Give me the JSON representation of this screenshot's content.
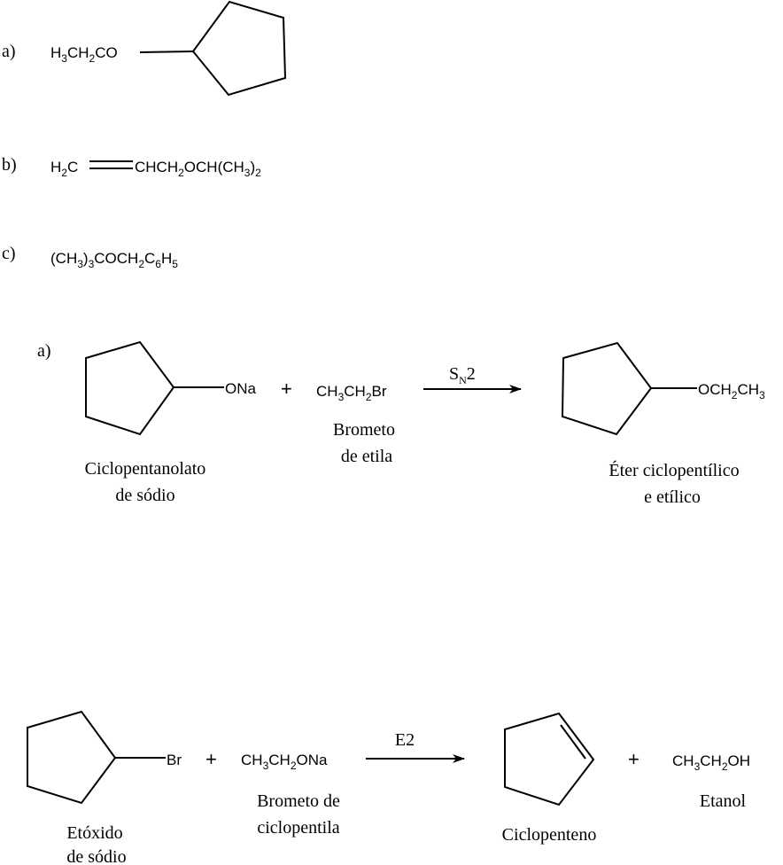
{
  "part1": {
    "a": {
      "label": "a)",
      "formula": [
        [
          "H",
          ""
        ],
        [
          "3",
          "sub"
        ],
        [
          "CH",
          ""
        ],
        [
          "2",
          "sub"
        ],
        [
          "CO",
          ""
        ]
      ]
    },
    "b": {
      "label": "b)",
      "left": [
        [
          "H",
          ""
        ],
        [
          "2",
          "sub"
        ],
        [
          "C",
          ""
        ]
      ],
      "right": [
        [
          "CHCH",
          ""
        ],
        [
          "2",
          "sub"
        ],
        [
          "OCH(CH",
          ""
        ],
        [
          "3",
          "sub"
        ],
        [
          ")",
          ""
        ],
        [
          "2",
          "sub"
        ]
      ]
    },
    "c": {
      "label": "c)",
      "formula": [
        [
          "(CH",
          ""
        ],
        [
          "3",
          "sub"
        ],
        [
          ")",
          ""
        ],
        [
          "3",
          "sub"
        ],
        [
          "COCH",
          ""
        ],
        [
          "2",
          "sub"
        ],
        [
          "C",
          ""
        ],
        [
          "6",
          "sub"
        ],
        [
          "H",
          ""
        ],
        [
          "5",
          "sub"
        ]
      ]
    }
  },
  "reaction1": {
    "label": "a)",
    "reactant1": {
      "formula": [
        [
          "ONa",
          ""
        ]
      ],
      "name1": "Ciclopentanolato",
      "name2": "de sódio"
    },
    "plus": "+",
    "reactant2": {
      "formula": [
        [
          "CH",
          ""
        ],
        [
          "3",
          "sub"
        ],
        [
          "CH",
          ""
        ],
        [
          "2",
          "sub"
        ],
        [
          "Br",
          ""
        ]
      ],
      "name1": "Brometo",
      "name2": "de etila"
    },
    "arrow_label": [
      [
        "S",
        ""
      ],
      [
        "N",
        "sub"
      ],
      [
        "2",
        ""
      ]
    ],
    "product": {
      "formula": [
        [
          "OCH",
          ""
        ],
        [
          "2",
          "sub"
        ],
        [
          "CH",
          ""
        ],
        [
          "3",
          "sub"
        ]
      ],
      "name1": "Éter ciclopentílico",
      "name2": "e etílico"
    }
  },
  "reaction2": {
    "reactant1": {
      "formula": [
        [
          "Br",
          ""
        ]
      ],
      "name1": "Etóxido",
      "name2": "de sódio"
    },
    "plus1": "+",
    "reactant2": {
      "formula": [
        [
          "CH",
          ""
        ],
        [
          "3",
          "sub"
        ],
        [
          "CH",
          ""
        ],
        [
          "2",
          "sub"
        ],
        [
          "ONa",
          ""
        ]
      ],
      "name1": "Brometo de",
      "name2": "ciclopentila"
    },
    "arrow_label": "E2",
    "product1": {
      "name": "Ciclopenteno"
    },
    "plus2": "+",
    "product2": {
      "formula": [
        [
          "CH",
          ""
        ],
        [
          "3",
          "sub"
        ],
        [
          "CH",
          ""
        ],
        [
          "2",
          "sub"
        ],
        [
          "OH",
          ""
        ]
      ],
      "name": "Etanol"
    }
  }
}
